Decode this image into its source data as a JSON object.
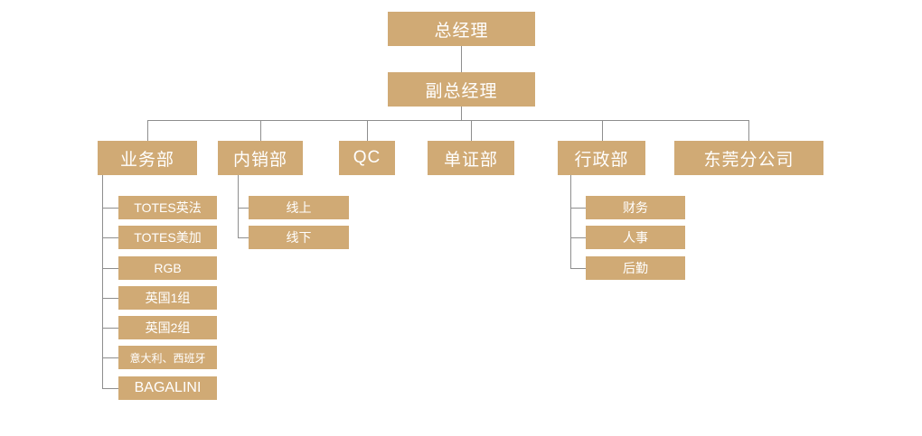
{
  "colors": {
    "node_fill": "#D0AA75",
    "node_text": "#FFFFFF",
    "connector": "#8E8E8E",
    "background": "#FFFFFF"
  },
  "org_chart": {
    "root": "总经理",
    "deputy": "副总经理",
    "departments": [
      {
        "label": "业务部",
        "children": [
          "TOTES英法",
          "TOTES美加",
          "RGB",
          "英国1组",
          "英国2组",
          "意大利、西班牙",
          "BAGALINI"
        ]
      },
      {
        "label": "内销部",
        "children": [
          "线上",
          "线下"
        ]
      },
      {
        "label": "QC",
        "children": []
      },
      {
        "label": "单证部",
        "children": []
      },
      {
        "label": "行政部",
        "children": [
          "财务",
          "人事",
          "后勤"
        ]
      },
      {
        "label": "东莞分公司",
        "children": []
      }
    ]
  }
}
